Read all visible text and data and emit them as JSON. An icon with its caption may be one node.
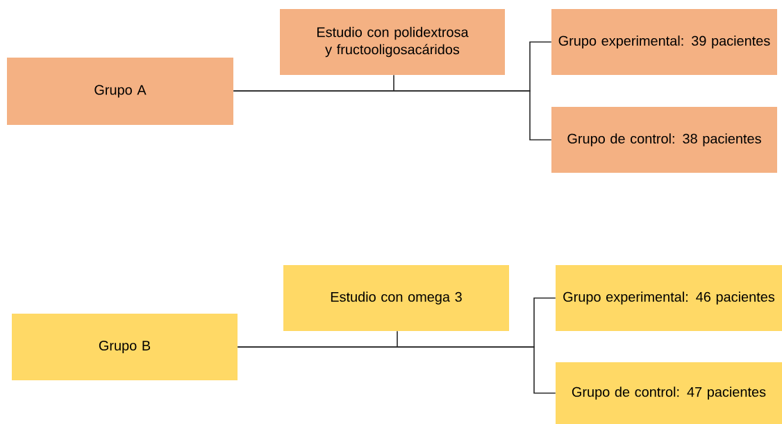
{
  "diagram": {
    "nodes": [
      {
        "text": [
          "Grupo A"
        ]
      },
      {
        "text": [
          "Estudio con polidextrosa y fructooligosacáridos"
        ]
      },
      {
        "text": [
          "Grupo experimental: 39 pacientes"
        ]
      },
      {
        "text": [
          "Grupo de control: 38 pacientes"
        ]
      },
      {
        "text": [
          "Grupo B"
        ]
      },
      {
        "text": [
          "Estudio con omega 3"
        ]
      },
      {
        "text": [
          "Grupo experimental: 46 pacientes"
        ]
      },
      {
        "text": [
          "Grupo de control: 47 pacientes"
        ]
      }
    ],
    "edges": [
      {
        "from": 0,
        "to": 2,
        "arrow": "none"
      },
      {
        "from": 0,
        "to": 3,
        "arrow": "none"
      },
      {
        "from": 1,
        "to": null,
        "arrow": "none"
      },
      {
        "from": 4,
        "to": 6,
        "arrow": "none"
      },
      {
        "from": 4,
        "to": 7,
        "arrow": "none"
      },
      {
        "from": 5,
        "to": null,
        "arrow": "none"
      }
    ]
  }
}
